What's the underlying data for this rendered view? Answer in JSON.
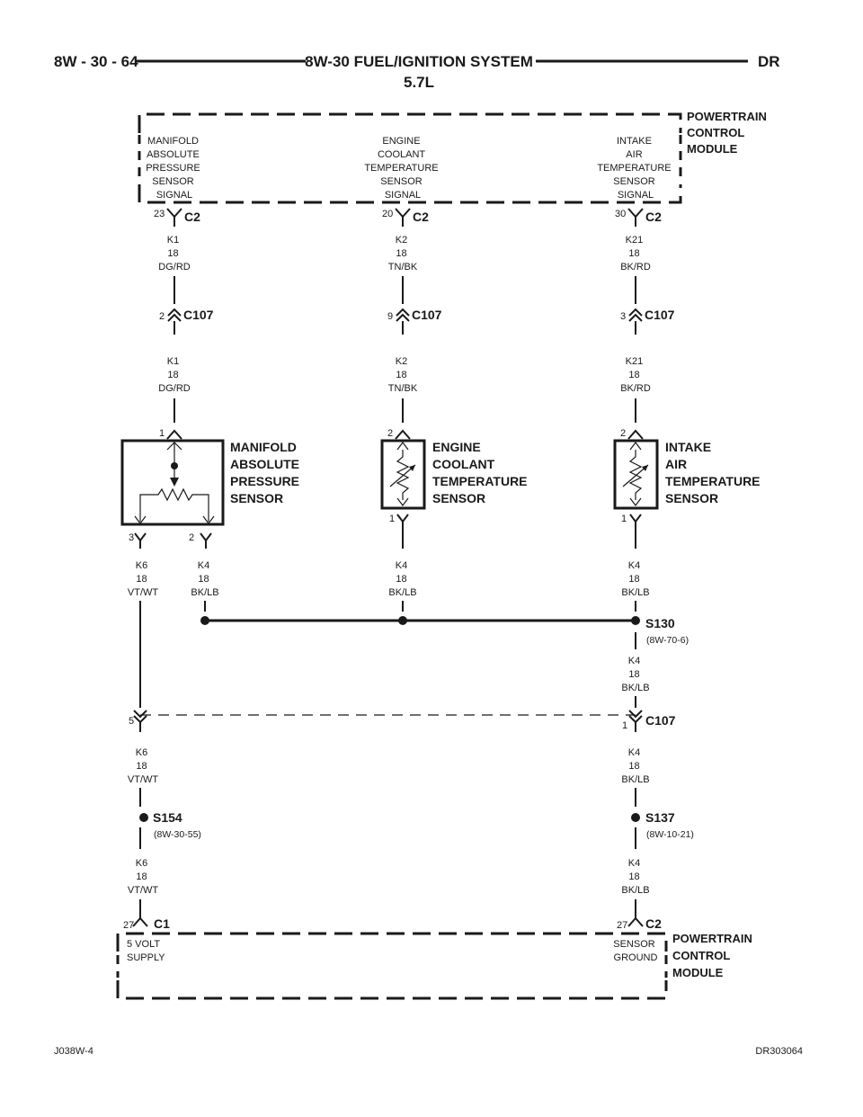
{
  "header": {
    "page_number": "8W - 30 - 64",
    "title": "8W-30 FUEL/IGNITION SYSTEM",
    "subtitle": "5.7L",
    "model": "DR"
  },
  "footer": {
    "left_code": "J038W-4",
    "right_code": "DR303064"
  },
  "pcm_top": {
    "label_lines": [
      "POWERTRAIN",
      "CONTROL",
      "MODULE"
    ],
    "map_signal_lines": [
      "MANIFOLD",
      "ABSOLUTE",
      "PRESSURE",
      "SENSOR",
      "SIGNAL"
    ],
    "ect_signal_lines": [
      "ENGINE",
      "COOLANT",
      "TEMPERATURE",
      "SENSOR",
      "SIGNAL"
    ],
    "iat_signal_lines": [
      "INTAKE",
      "AIR",
      "TEMPERATURE",
      "SENSOR",
      "SIGNAL"
    ]
  },
  "pcm_bottom": {
    "label_lines": [
      "POWERTRAIN",
      "CONTROL",
      "MODULE"
    ],
    "supply_lines": [
      "5 VOLT",
      "SUPPLY"
    ],
    "ground_lines": [
      "SENSOR",
      "GROUND"
    ]
  },
  "connectors": {
    "c2_pin23": {
      "name": "C2",
      "pin": "23"
    },
    "c2_pin20": {
      "name": "C2",
      "pin": "20"
    },
    "c2_pin30": {
      "name": "C2",
      "pin": "30"
    },
    "c107_pin2": {
      "name": "C107",
      "pin": "2"
    },
    "c107_pin9": {
      "name": "C107",
      "pin": "9"
    },
    "c107_pin3": {
      "name": "C107",
      "pin": "3"
    },
    "c107_pin5": {
      "pin": "5"
    },
    "c107_pin1": {
      "name": "C107",
      "pin": "1"
    },
    "c1_pin27": {
      "name": "C1",
      "pin": "27"
    },
    "c2_pin27": {
      "name": "C2",
      "pin": "27"
    }
  },
  "wires": {
    "k1_upper": [
      "K1",
      "18",
      "DG/RD"
    ],
    "k2_upper": [
      "K2",
      "18",
      "TN/BK"
    ],
    "k21_upper": [
      "K21",
      "18",
      "BK/RD"
    ],
    "k1_lower": [
      "K1",
      "18",
      "DG/RD"
    ],
    "k2_lower": [
      "K2",
      "18",
      "TN/BK"
    ],
    "k21_lower": [
      "K21",
      "18",
      "BK/RD"
    ],
    "k6_map": [
      "K6",
      "18",
      "VT/WT"
    ],
    "k4_map": [
      "K4",
      "18",
      "BK/LB"
    ],
    "k4_ect": [
      "K4",
      "18",
      "BK/LB"
    ],
    "k4_iat": [
      "K4",
      "18",
      "BK/LB"
    ],
    "k4_s130": [
      "K4",
      "18",
      "BK/LB"
    ],
    "k6_c107": [
      "K6",
      "18",
      "VT/WT"
    ],
    "k4_c107": [
      "K4",
      "18",
      "BK/LB"
    ],
    "k6_pcm": [
      "K6",
      "18",
      "VT/WT"
    ],
    "k4_pcm": [
      "K4",
      "18",
      "BK/LB"
    ]
  },
  "sensors": {
    "map": {
      "label_lines": [
        "MANIFOLD",
        "ABSOLUTE",
        "PRESSURE",
        "SENSOR"
      ],
      "pin_top": "1",
      "pin_left": "3",
      "pin_right": "2"
    },
    "ect": {
      "label_lines": [
        "ENGINE",
        "COOLANT",
        "TEMPERATURE",
        "SENSOR"
      ],
      "pin_top": "2",
      "pin_bottom": "1"
    },
    "iat": {
      "label_lines": [
        "INTAKE",
        "AIR",
        "TEMPERATURE",
        "SENSOR"
      ],
      "pin_top": "2",
      "pin_bottom": "1"
    }
  },
  "splices": {
    "s130": {
      "name": "S130",
      "ref": "(8W-70-6)"
    },
    "s154": {
      "name": "S154",
      "ref": "(8W-30-55)"
    },
    "s137": {
      "name": "S137",
      "ref": "(8W-10-21)"
    }
  }
}
